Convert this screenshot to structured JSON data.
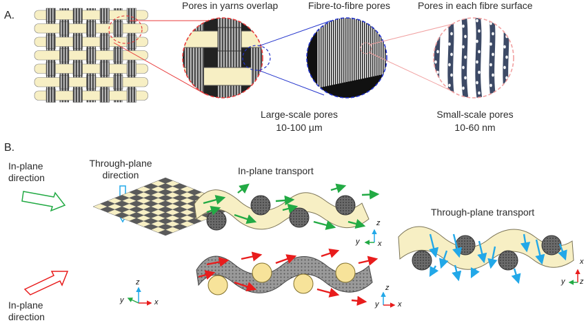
{
  "panel_a": {
    "label": "A.",
    "title_yarn_pores": "Pores in yarns overlap",
    "title_fibre_pores": "Fibre-to-fibre pores",
    "title_surface_pores": "Pores in each fibre surface",
    "large_pores_label": "Large-scale pores",
    "large_pores_range": "10-100 µm",
    "small_pores_label": "Small-scale pores",
    "small_pores_range": "10-60 nm"
  },
  "panel_b": {
    "label": "B.",
    "in_plane_direction_top": "In-plane\ndirection",
    "through_plane_direction": "Through-plane\ndirection",
    "in_plane_direction_bottom": "In-plane\ndirection",
    "in_plane_transport": "In-plane transport",
    "through_plane_transport": "Through-plane transport"
  },
  "axes": {
    "weave": {
      "z": "z",
      "y": "y",
      "x": "x"
    },
    "inplane_top": {
      "z": "z",
      "y": "y",
      "x": "x"
    },
    "inplane_bottom": {
      "z": "z",
      "y": "y",
      "x": "x"
    },
    "through": {
      "x": "x",
      "y": "y",
      "z": "z"
    }
  },
  "colors": {
    "yarn_cream": "#f7efc4",
    "yarn_dark": "#555555",
    "circle_red": "#e83a3a",
    "circle_blue": "#2233cc",
    "circle_pink": "#f1a0a0",
    "arrow_green": "#22aa44",
    "arrow_red": "#e81c1c",
    "arrow_blue": "#22a8e8",
    "fibre_navy": "#3d4a66"
  }
}
